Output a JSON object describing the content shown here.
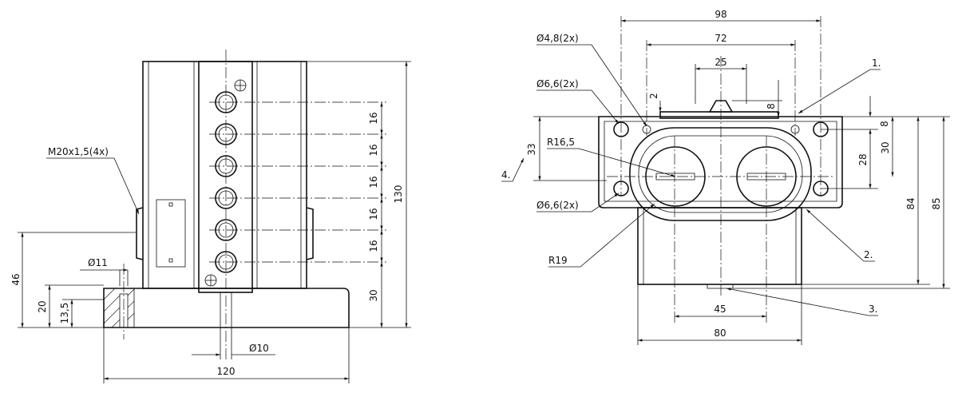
{
  "left_view": {
    "thread_label": "M20x1,5(4x)",
    "dim_height_total": "130",
    "dim_pitch": "16",
    "dim_base_offset": "30",
    "dim_width": "120",
    "dim_46": "46",
    "dim_20": "20",
    "dim_13_5": "13,5",
    "dia_11": "Ø11",
    "dia_10": "Ø10"
  },
  "right_view": {
    "dim_98": "98",
    "dim_72": "72",
    "dim_25": "25",
    "dim_2": "2",
    "dim_8_top": "8",
    "dim_8_right": "8",
    "dim_28": "28",
    "dim_30": "30",
    "dim_33": "33",
    "dim_84": "84",
    "dim_85": "85",
    "dim_45": "45",
    "dim_80": "80",
    "hole_4_8": "Ø4,8(2x)",
    "hole_6_6_top": "Ø6,6(2x)",
    "hole_6_6_bottom": "Ø6,6(2x)",
    "radius_16_5": "R16,5",
    "radius_19": "R19",
    "callout_1": "1.",
    "callout_2": "2.",
    "callout_3": "3.",
    "callout_4": "4."
  }
}
